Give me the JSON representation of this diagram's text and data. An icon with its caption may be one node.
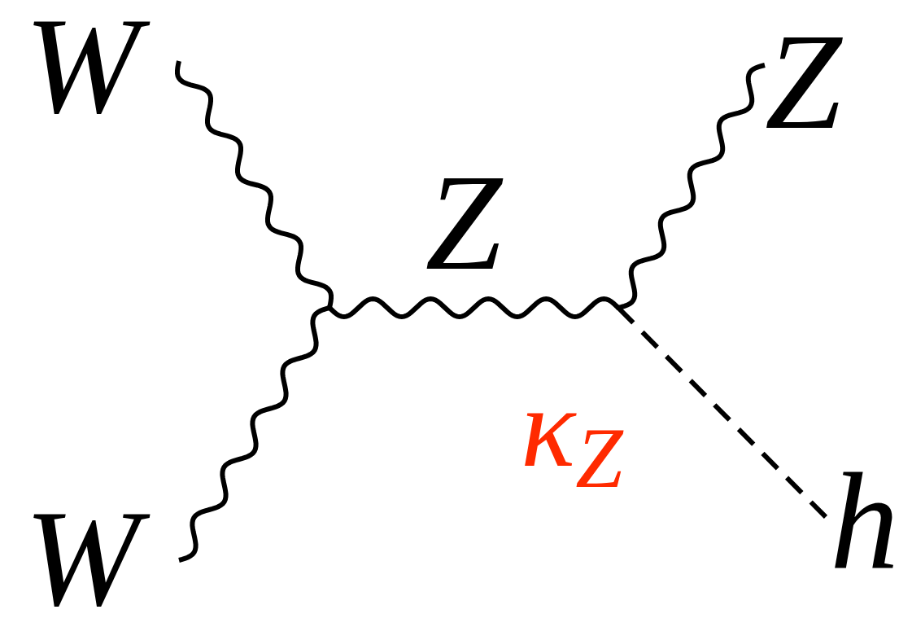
{
  "diagram": {
    "nodes": [
      {
        "text": [
          "W"
        ]
      },
      {
        "text": [
          "Z"
        ]
      },
      {
        "text": [],
        "shape": "point"
      },
      {
        "text": [],
        "shape": "point",
        "beside": [
          "κ$_{Z}$"
        ]
      },
      {
        "text": [
          "W"
        ]
      },
      {
        "text": [
          "h"
        ]
      }
    ],
    "edges": [
      {
        "from": 0,
        "to": 2,
        "arrow": "none"
      },
      {
        "from": 4,
        "to": 2,
        "arrow": "none"
      },
      {
        "from": 2,
        "to": 3,
        "arrow": "none",
        "label": "Z"
      },
      {
        "from": 3,
        "to": 1,
        "arrow": "none"
      },
      {
        "from": 3,
        "to": 5,
        "arrow": "none",
        "style": "dashed"
      }
    ]
  }
}
